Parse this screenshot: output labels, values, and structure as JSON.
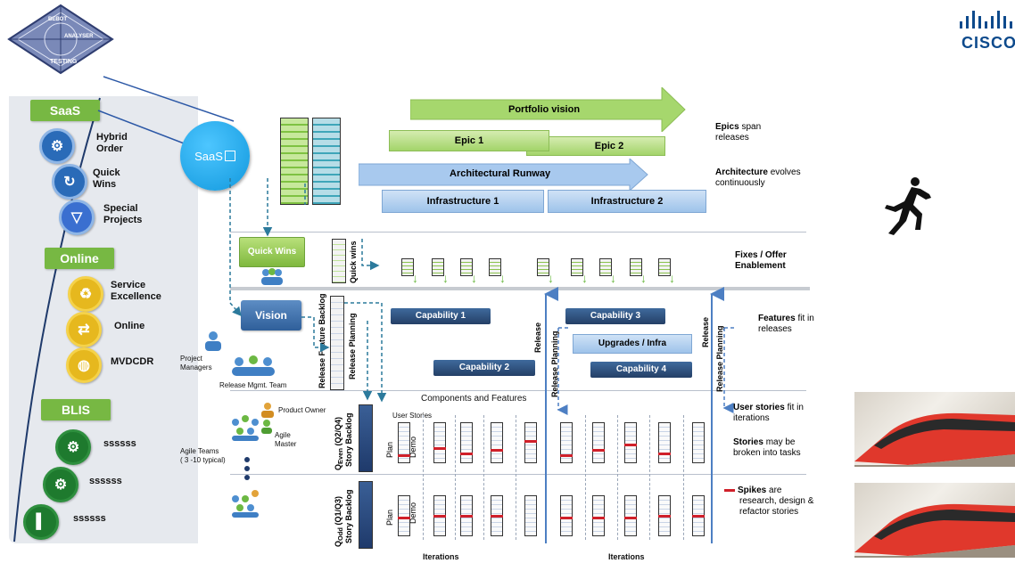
{
  "logo": {
    "badge_line1": "BEBOT",
    "badge_line2": "ANALYSER",
    "badge_line3": "TESTING",
    "brand": "CISCO"
  },
  "left_panel": {
    "groups": [
      {
        "tab": "SaaS",
        "items": [
          {
            "label_line1": "Hybrid",
            "label_line2": "Order",
            "icon": "gear-icon",
            "color": "#2a6bb8"
          },
          {
            "label_line1": "Quick",
            "label_line2": "Wins",
            "icon": "refresh-icon",
            "color": "#2a6bb8"
          },
          {
            "label_line1": "Special",
            "label_line2": "Projects",
            "icon": "triangle-icon",
            "color": "#3a6fd0"
          }
        ]
      },
      {
        "tab": "Online",
        "items": [
          {
            "label_line1": "Service",
            "label_line2": "Excellence",
            "icon": "recycle-icon",
            "color": "#e6b81e"
          },
          {
            "label_line1": "Online",
            "label_line2": "",
            "icon": "arrows-icon",
            "color": "#e6b81e"
          },
          {
            "label_line1": "MVDCDR",
            "label_line2": "",
            "icon": "globe-icon",
            "color": "#e6b81e"
          }
        ]
      },
      {
        "tab": "BLIS",
        "items": [
          {
            "label_line1": "ssssss",
            "label_line2": "",
            "icon": "gear-icon",
            "color": "#1e7a2e"
          },
          {
            "label_line1": "ssssss",
            "label_line2": "",
            "icon": "gears-icon",
            "color": "#1e7a2e"
          },
          {
            "label_line1": "ssssss",
            "label_line2": "",
            "icon": "chart-icon",
            "color": "#1e7a2e"
          }
        ]
      }
    ]
  },
  "saas_bubble": "SaaS",
  "epics": {
    "portfolio_vision": "Portfolio vision",
    "epic1": "Epic 1",
    "epic2": "Epic 2",
    "architectural_runway": "Architectural Runway",
    "infra1": "Infrastructure 1",
    "infra2": "Infrastructure 2"
  },
  "right_notes": {
    "epics_bold": "Epics",
    "epics_rest1": "span",
    "epics_rest2": "releases",
    "arch_bold": "Architecture",
    "arch_rest1": "evolves",
    "arch_rest2": "continuously",
    "fixes_line1": "Fixes / Offer",
    "fixes_line2": "Enablement",
    "features_bold": "Features",
    "features_rest1": "fit in",
    "features_rest2": "releases",
    "stories_bold": "User stories",
    "stories_rest1": "fit in",
    "stories_rest2": "iterations",
    "tasks_bold": "Stories",
    "tasks_rest1": "may be",
    "tasks_rest2": "broken into tasks",
    "spikes_bold": "Spikes",
    "spikes_rest1": "are",
    "spikes_rest2": "research, design &",
    "spikes_rest3": "refactor stories"
  },
  "quick_wins": {
    "box": "Quick Wins",
    "vlabel": "Quick wins"
  },
  "vision": {
    "box": "Vision",
    "release_feature_backlog": "Release Feature Backlog",
    "release_planning": "Release Planning",
    "project_managers_1": "Project",
    "project_managers_2": "Managers",
    "release_team": "Release Mgmt. Team"
  },
  "capabilities": {
    "cap1": "Capability 1",
    "cap2": "Capability  2",
    "cap3": "Capability 3",
    "upgrades": "Upgrades / Infra",
    "cap4": "Capability  4",
    "release": "Release",
    "release_planning": "Release Planning"
  },
  "teams": {
    "components_header": "Components and Features",
    "user_stories": "User Stories",
    "product_owner": "Product Owner",
    "agile_master_1": "Agile",
    "agile_master_2": "Master",
    "agile_teams_1": "Agile Teams",
    "agile_teams_2": "( 3 -10 typical)",
    "even_backlog_1": "Story Backlog",
    "even_backlog_2": "Q",
    "even_backlog_sub": "Even",
    "even_backlog_q": "(Q2/Q4)",
    "odd_backlog_1": "Story Backlog",
    "odd_backlog_2": "Q",
    "odd_backlog_sub": "Odd",
    "odd_backlog_q": "(Q1/Q3)",
    "plan": "Plan",
    "demo": "Demo",
    "iterations": "Iterations"
  },
  "colors": {
    "green_tab": "#77b843",
    "cap_blue": "#2c4a75",
    "saas_blue": "#1aa3ea",
    "spike_red": "#d0202a"
  }
}
